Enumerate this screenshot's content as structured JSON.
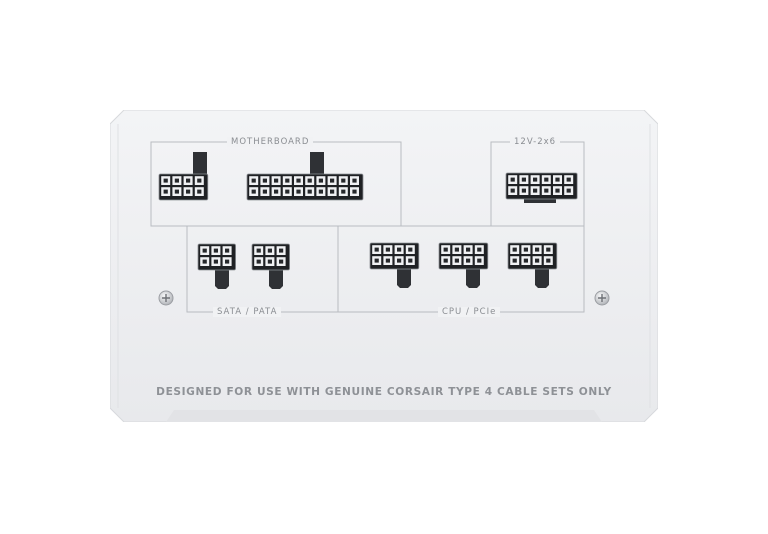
{
  "labels": {
    "motherboard": "MOTHERBOARD",
    "cpu_12v": "12V-2x6",
    "sata_pata": "SATA / PATA",
    "cpu_pcie": "CPU / PCIe"
  },
  "notice": "DESIGNED FOR USE WITH GENUINE CORSAIR TYPE 4 CABLE SETS ONLY",
  "connectors": [
    {
      "group": "motherboard",
      "cols": 4,
      "rows": 2
    },
    {
      "group": "motherboard",
      "cols": 10,
      "rows": 2
    },
    {
      "group": "12v",
      "cols": 6,
      "rows": 2
    },
    {
      "group": "sata_pata",
      "cols": 3,
      "rows": 2
    },
    {
      "group": "sata_pata",
      "cols": 3,
      "rows": 2
    },
    {
      "group": "cpu_pcie",
      "cols": 4,
      "rows": 2
    },
    {
      "group": "cpu_pcie",
      "cols": 4,
      "rows": 2
    },
    {
      "group": "cpu_pcie",
      "cols": 4,
      "rows": 2
    }
  ],
  "colors": {
    "panel": "#eeeff1",
    "connector": "#2a2c30",
    "label": "#8a8d92",
    "outline": "#b9bcc1"
  },
  "icons": [
    "screw-icon-left",
    "screw-icon-right"
  ]
}
